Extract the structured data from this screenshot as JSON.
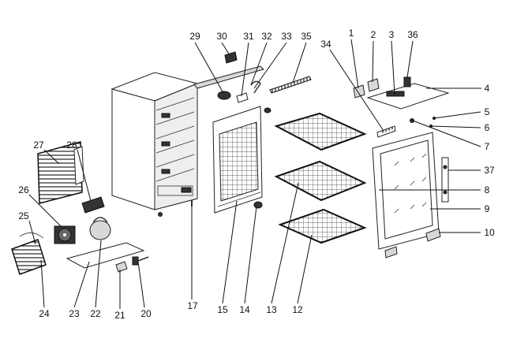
{
  "callouts": [
    {
      "id": "c29",
      "text": "29"
    },
    {
      "id": "c30",
      "text": "30"
    },
    {
      "id": "c31",
      "text": "31"
    },
    {
      "id": "c32",
      "text": "32"
    },
    {
      "id": "c33",
      "text": "33"
    },
    {
      "id": "c35",
      "text": "35"
    },
    {
      "id": "c1",
      "text": "1"
    },
    {
      "id": "c2",
      "text": "2"
    },
    {
      "id": "c3",
      "text": "3"
    },
    {
      "id": "c36",
      "text": "36"
    },
    {
      "id": "c34",
      "text": "34"
    },
    {
      "id": "c4",
      "text": "4"
    },
    {
      "id": "c5",
      "text": "5"
    },
    {
      "id": "c6",
      "text": "6"
    },
    {
      "id": "c7",
      "text": "7"
    },
    {
      "id": "c37",
      "text": "37"
    },
    {
      "id": "c8",
      "text": "8"
    },
    {
      "id": "c9",
      "text": "9"
    },
    {
      "id": "c10",
      "text": "10"
    },
    {
      "id": "c27",
      "text": "27"
    },
    {
      "id": "c28",
      "text": "28"
    },
    {
      "id": "c26",
      "text": "26"
    },
    {
      "id": "c25",
      "text": "25"
    },
    {
      "id": "c24",
      "text": "24"
    },
    {
      "id": "c23",
      "text": "23"
    },
    {
      "id": "c22",
      "text": "22"
    },
    {
      "id": "c21",
      "text": "21"
    },
    {
      "id": "c20",
      "text": "20"
    },
    {
      "id": "c17",
      "text": "17"
    },
    {
      "id": "c15",
      "text": "15"
    },
    {
      "id": "c14",
      "text": "14"
    },
    {
      "id": "c13",
      "text": "13"
    },
    {
      "id": "c12",
      "text": "12"
    }
  ]
}
